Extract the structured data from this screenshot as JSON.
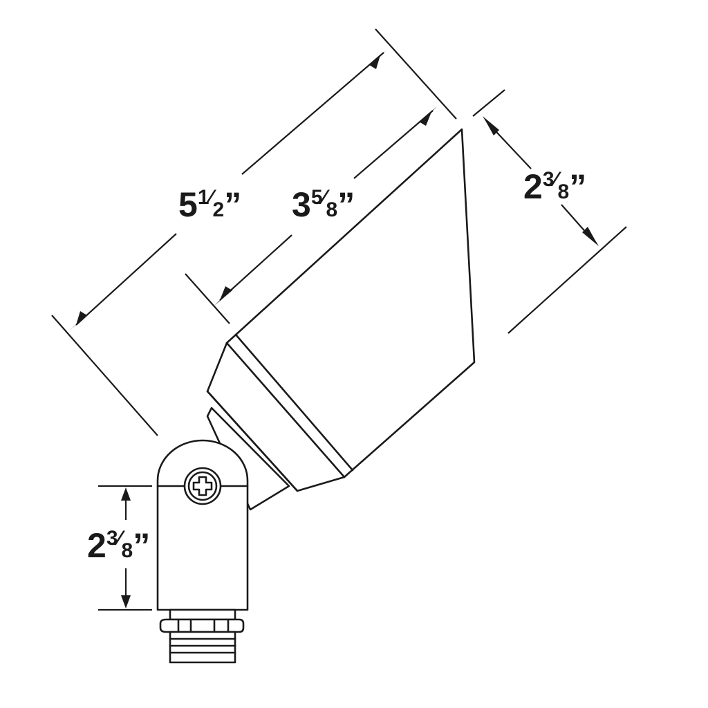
{
  "dimensions": {
    "overall_length": {
      "whole": "5",
      "num": "1",
      "slash": "⁄",
      "den": "2",
      "unit": "”"
    },
    "head_length": {
      "whole": "3",
      "num": "5",
      "slash": "⁄",
      "den": "8",
      "unit": "”"
    },
    "face_width": {
      "whole": "2",
      "num": "3",
      "slash": "⁄",
      "den": "8",
      "unit": "”"
    },
    "base_height": {
      "whole": "2",
      "num": "3",
      "slash": "⁄",
      "den": "8",
      "unit": "”"
    }
  },
  "colors": {
    "line": "#1a1a1a",
    "background": "#ffffff"
  },
  "icons": {
    "screw": "phillips-screw-icon"
  }
}
